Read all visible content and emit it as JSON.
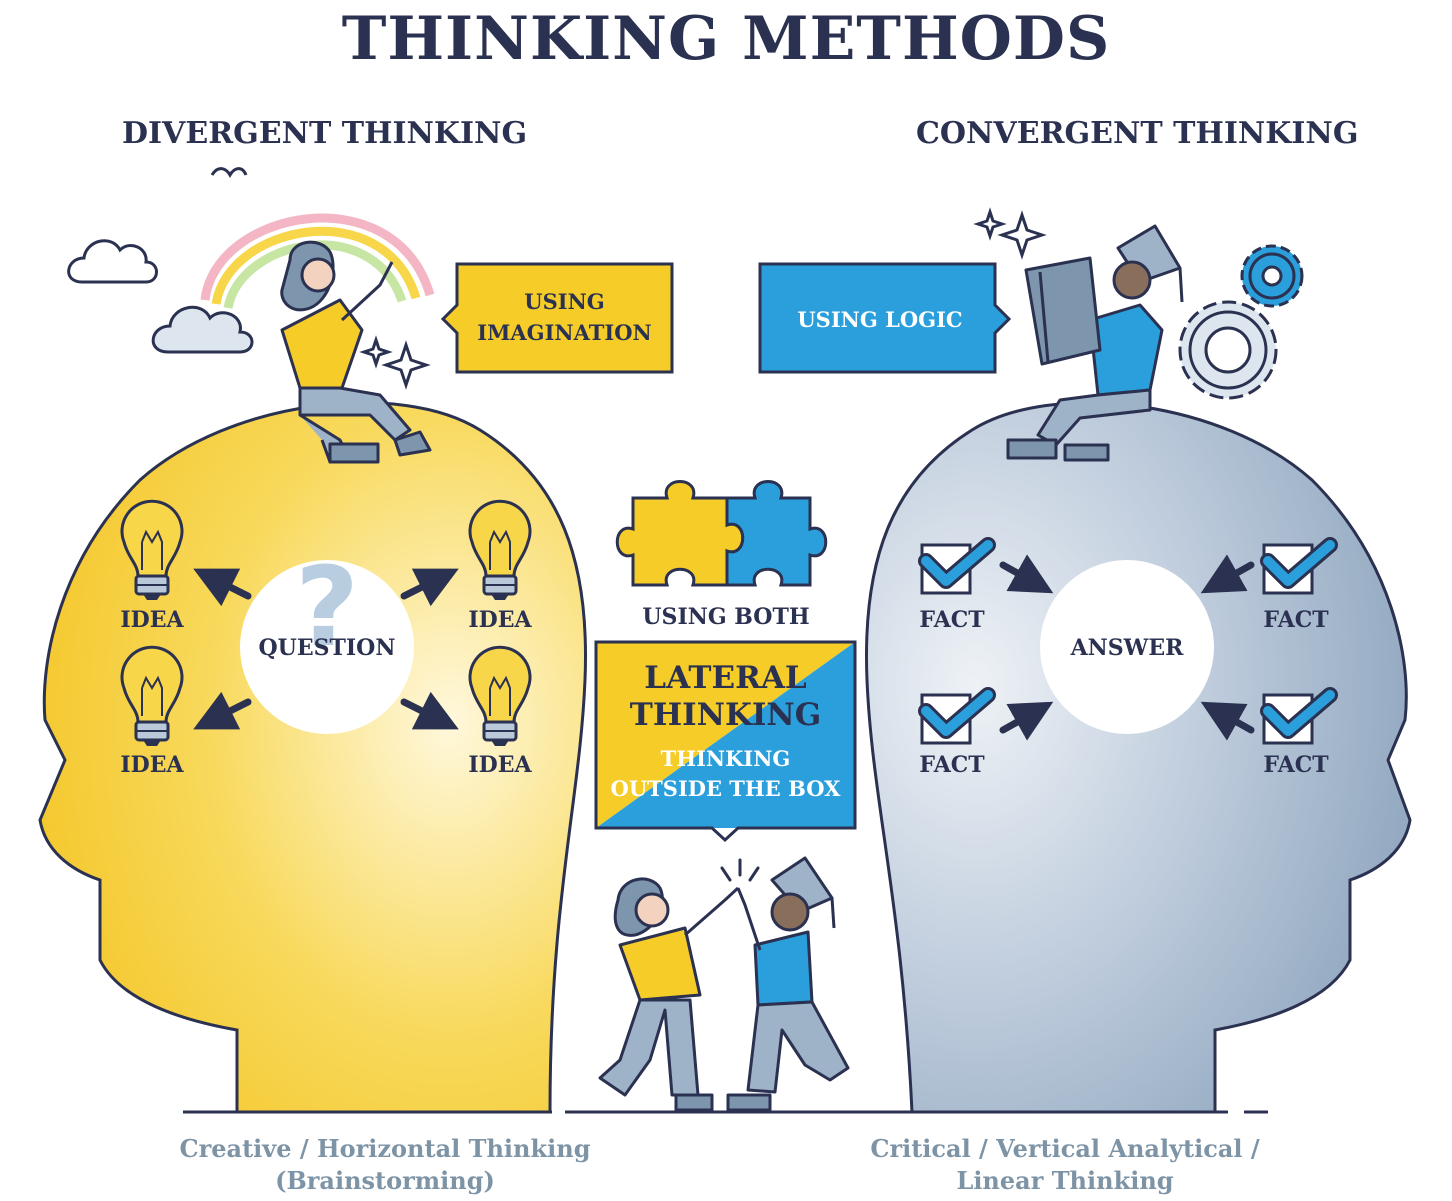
{
  "title": "THINKING METHODS",
  "divergent": {
    "heading": "DIVERGENT THINKING",
    "callout": [
      "USING",
      "IMAGINATION"
    ],
    "center": "QUESTION",
    "nodes": [
      "IDEA",
      "IDEA",
      "IDEA",
      "IDEA"
    ],
    "footer": [
      "Creative / Horizontal Thinking",
      "(Brainstorming)"
    ]
  },
  "convergent": {
    "heading": "CONVERGENT THINKING",
    "callout": "USING LOGIC",
    "center": "ANSWER",
    "nodes": [
      "FACT",
      "FACT",
      "FACT",
      "FACT"
    ],
    "footer": [
      "Critical / Vertical Analytical /",
      "Linear Thinking"
    ]
  },
  "middle": {
    "puzzle_label": "USING BOTH",
    "lateral_title": [
      "LATERAL",
      "THINKING"
    ],
    "lateral_sub": [
      "THINKING",
      "OUTSIDE THE BOX"
    ]
  },
  "colors": {
    "navy": "#2b3150",
    "yellow": "#f6cc28",
    "blue": "#2a9fdc",
    "grey_blue": "#9fb3c8",
    "footer_text": "#7d93a6"
  },
  "icons": [
    "lightbulb-icon",
    "checkbox-icon",
    "question-mark-icon",
    "puzzle-icon",
    "gear-icon",
    "cloud-icon",
    "rainbow-icon",
    "sparkle-icon"
  ]
}
